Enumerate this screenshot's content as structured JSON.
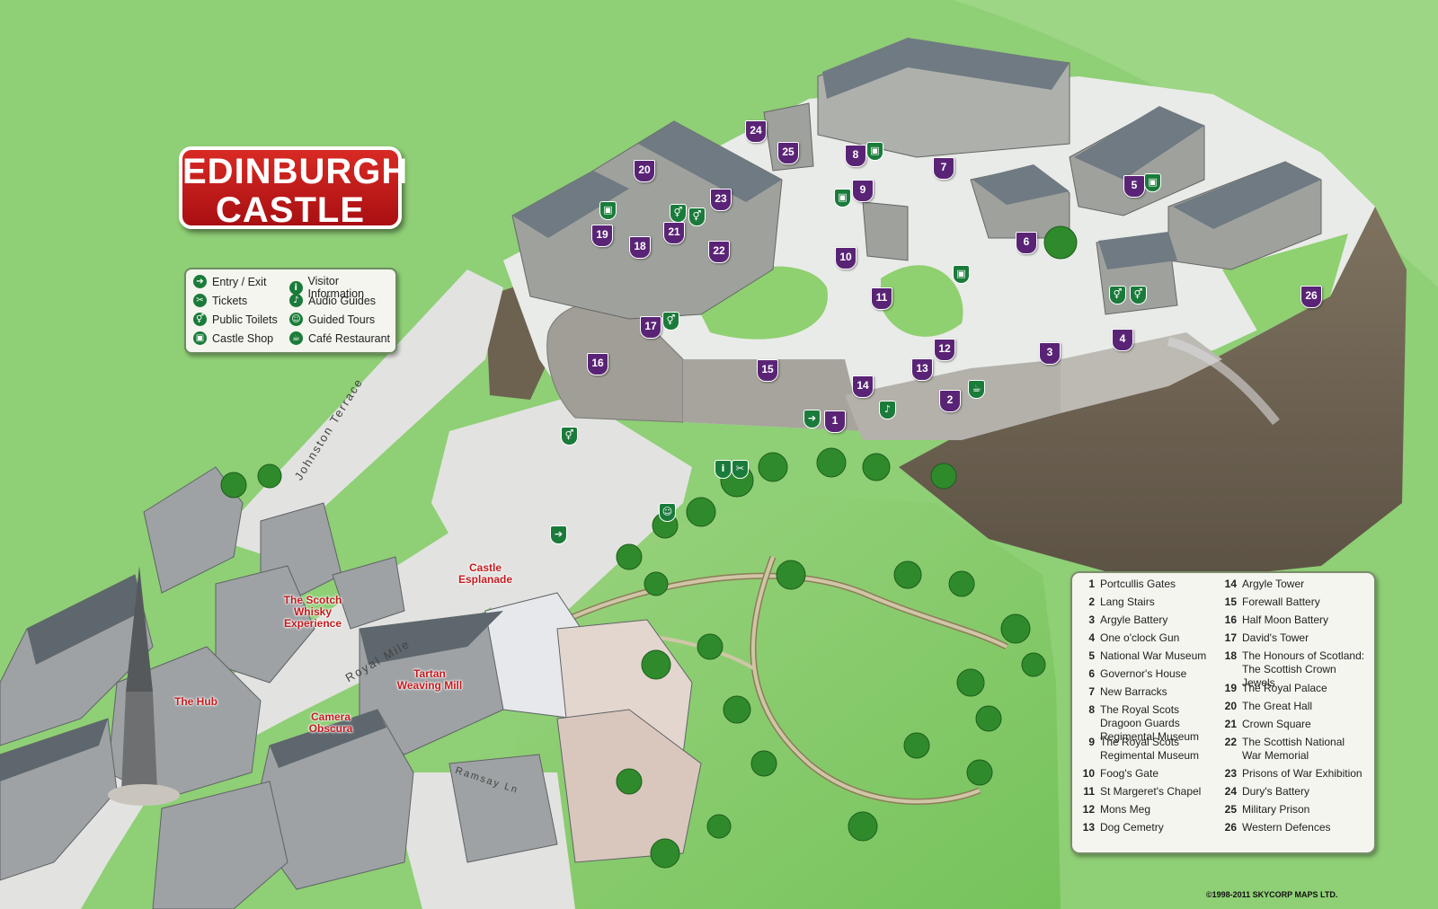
{
  "title": {
    "line1": "EDINBURGH",
    "line2": "CASTLE"
  },
  "icon_legend": [
    {
      "icon": "entry-exit-icon",
      "label": "Entry / Exit"
    },
    {
      "icon": "visitor-information-icon",
      "label": "Visitor Information"
    },
    {
      "icon": "tickets-icon",
      "label": "Tickets"
    },
    {
      "icon": "audio-guides-icon",
      "label": "Audio Guides"
    },
    {
      "icon": "public-toilets-icon",
      "label": "Public Toilets"
    },
    {
      "icon": "guided-tours-icon",
      "label": "Guided Tours"
    },
    {
      "icon": "castle-shop-icon",
      "label": "Castle Shop"
    },
    {
      "icon": "cafe-restaurant-icon",
      "label": "Café Restaurant"
    }
  ],
  "numbered_legend": [
    {
      "n": "1",
      "label": "Portcullis Gates"
    },
    {
      "n": "2",
      "label": "Lang Stairs"
    },
    {
      "n": "3",
      "label": "Argyle Battery"
    },
    {
      "n": "4",
      "label": "One o'clock Gun"
    },
    {
      "n": "5",
      "label": "National War Museum"
    },
    {
      "n": "6",
      "label": "Governor's House"
    },
    {
      "n": "7",
      "label": "New Barracks"
    },
    {
      "n": "8",
      "label": "The Royal Scots Dragoon Guards Regimental Museum"
    },
    {
      "n": "9",
      "label": "The Royal Scots Regimental Museum"
    },
    {
      "n": "10",
      "label": "Foog's Gate"
    },
    {
      "n": "11",
      "label": "St Margeret's Chapel"
    },
    {
      "n": "12",
      "label": "Mons Meg"
    },
    {
      "n": "13",
      "label": "Dog Cemetry"
    },
    {
      "n": "14",
      "label": "Argyle Tower"
    },
    {
      "n": "15",
      "label": "Forewall Battery"
    },
    {
      "n": "16",
      "label": "Half Moon Battery"
    },
    {
      "n": "17",
      "label": "David's Tower"
    },
    {
      "n": "18",
      "label": "The Honours of Scotland: The Scottish Crown Jewels"
    },
    {
      "n": "19",
      "label": "The Royal Palace"
    },
    {
      "n": "20",
      "label": "The Great Hall"
    },
    {
      "n": "21",
      "label": "Crown Square"
    },
    {
      "n": "22",
      "label": "The Scottish National War Memorial"
    },
    {
      "n": "23",
      "label": "Prisons of War Exhibition"
    },
    {
      "n": "24",
      "label": "Dury's Battery"
    },
    {
      "n": "25",
      "label": "Military Prison"
    },
    {
      "n": "26",
      "label": "Western Defences"
    }
  ],
  "place_labels": {
    "whisky": "The Scotch Whisky Experience",
    "esplanade": "Castle Esplanade",
    "tartan": "Tartan Weaving Mill",
    "hub": "The Hub",
    "camera": "Camera Obscura"
  },
  "road_labels": {
    "johnston": "Johnston Terrace",
    "royal_mile": "Royal Mile",
    "ramsay": "Ramsay Ln"
  },
  "map_markers": [
    "1",
    "2",
    "3",
    "4",
    "5",
    "6",
    "7",
    "8",
    "9",
    "10",
    "11",
    "12",
    "13",
    "14",
    "15",
    "16",
    "17",
    "18",
    "19",
    "20",
    "21",
    "22",
    "23",
    "24",
    "25",
    "26"
  ],
  "copyright": "©1998-2011 SKYCORP MAPS LTD.",
  "colors": {
    "grass": "#8fcf76",
    "marker": "#5a2476",
    "facility_icon": "#1a7b3a",
    "title_red": "#c8181c",
    "place_label": "#c41a1e"
  }
}
